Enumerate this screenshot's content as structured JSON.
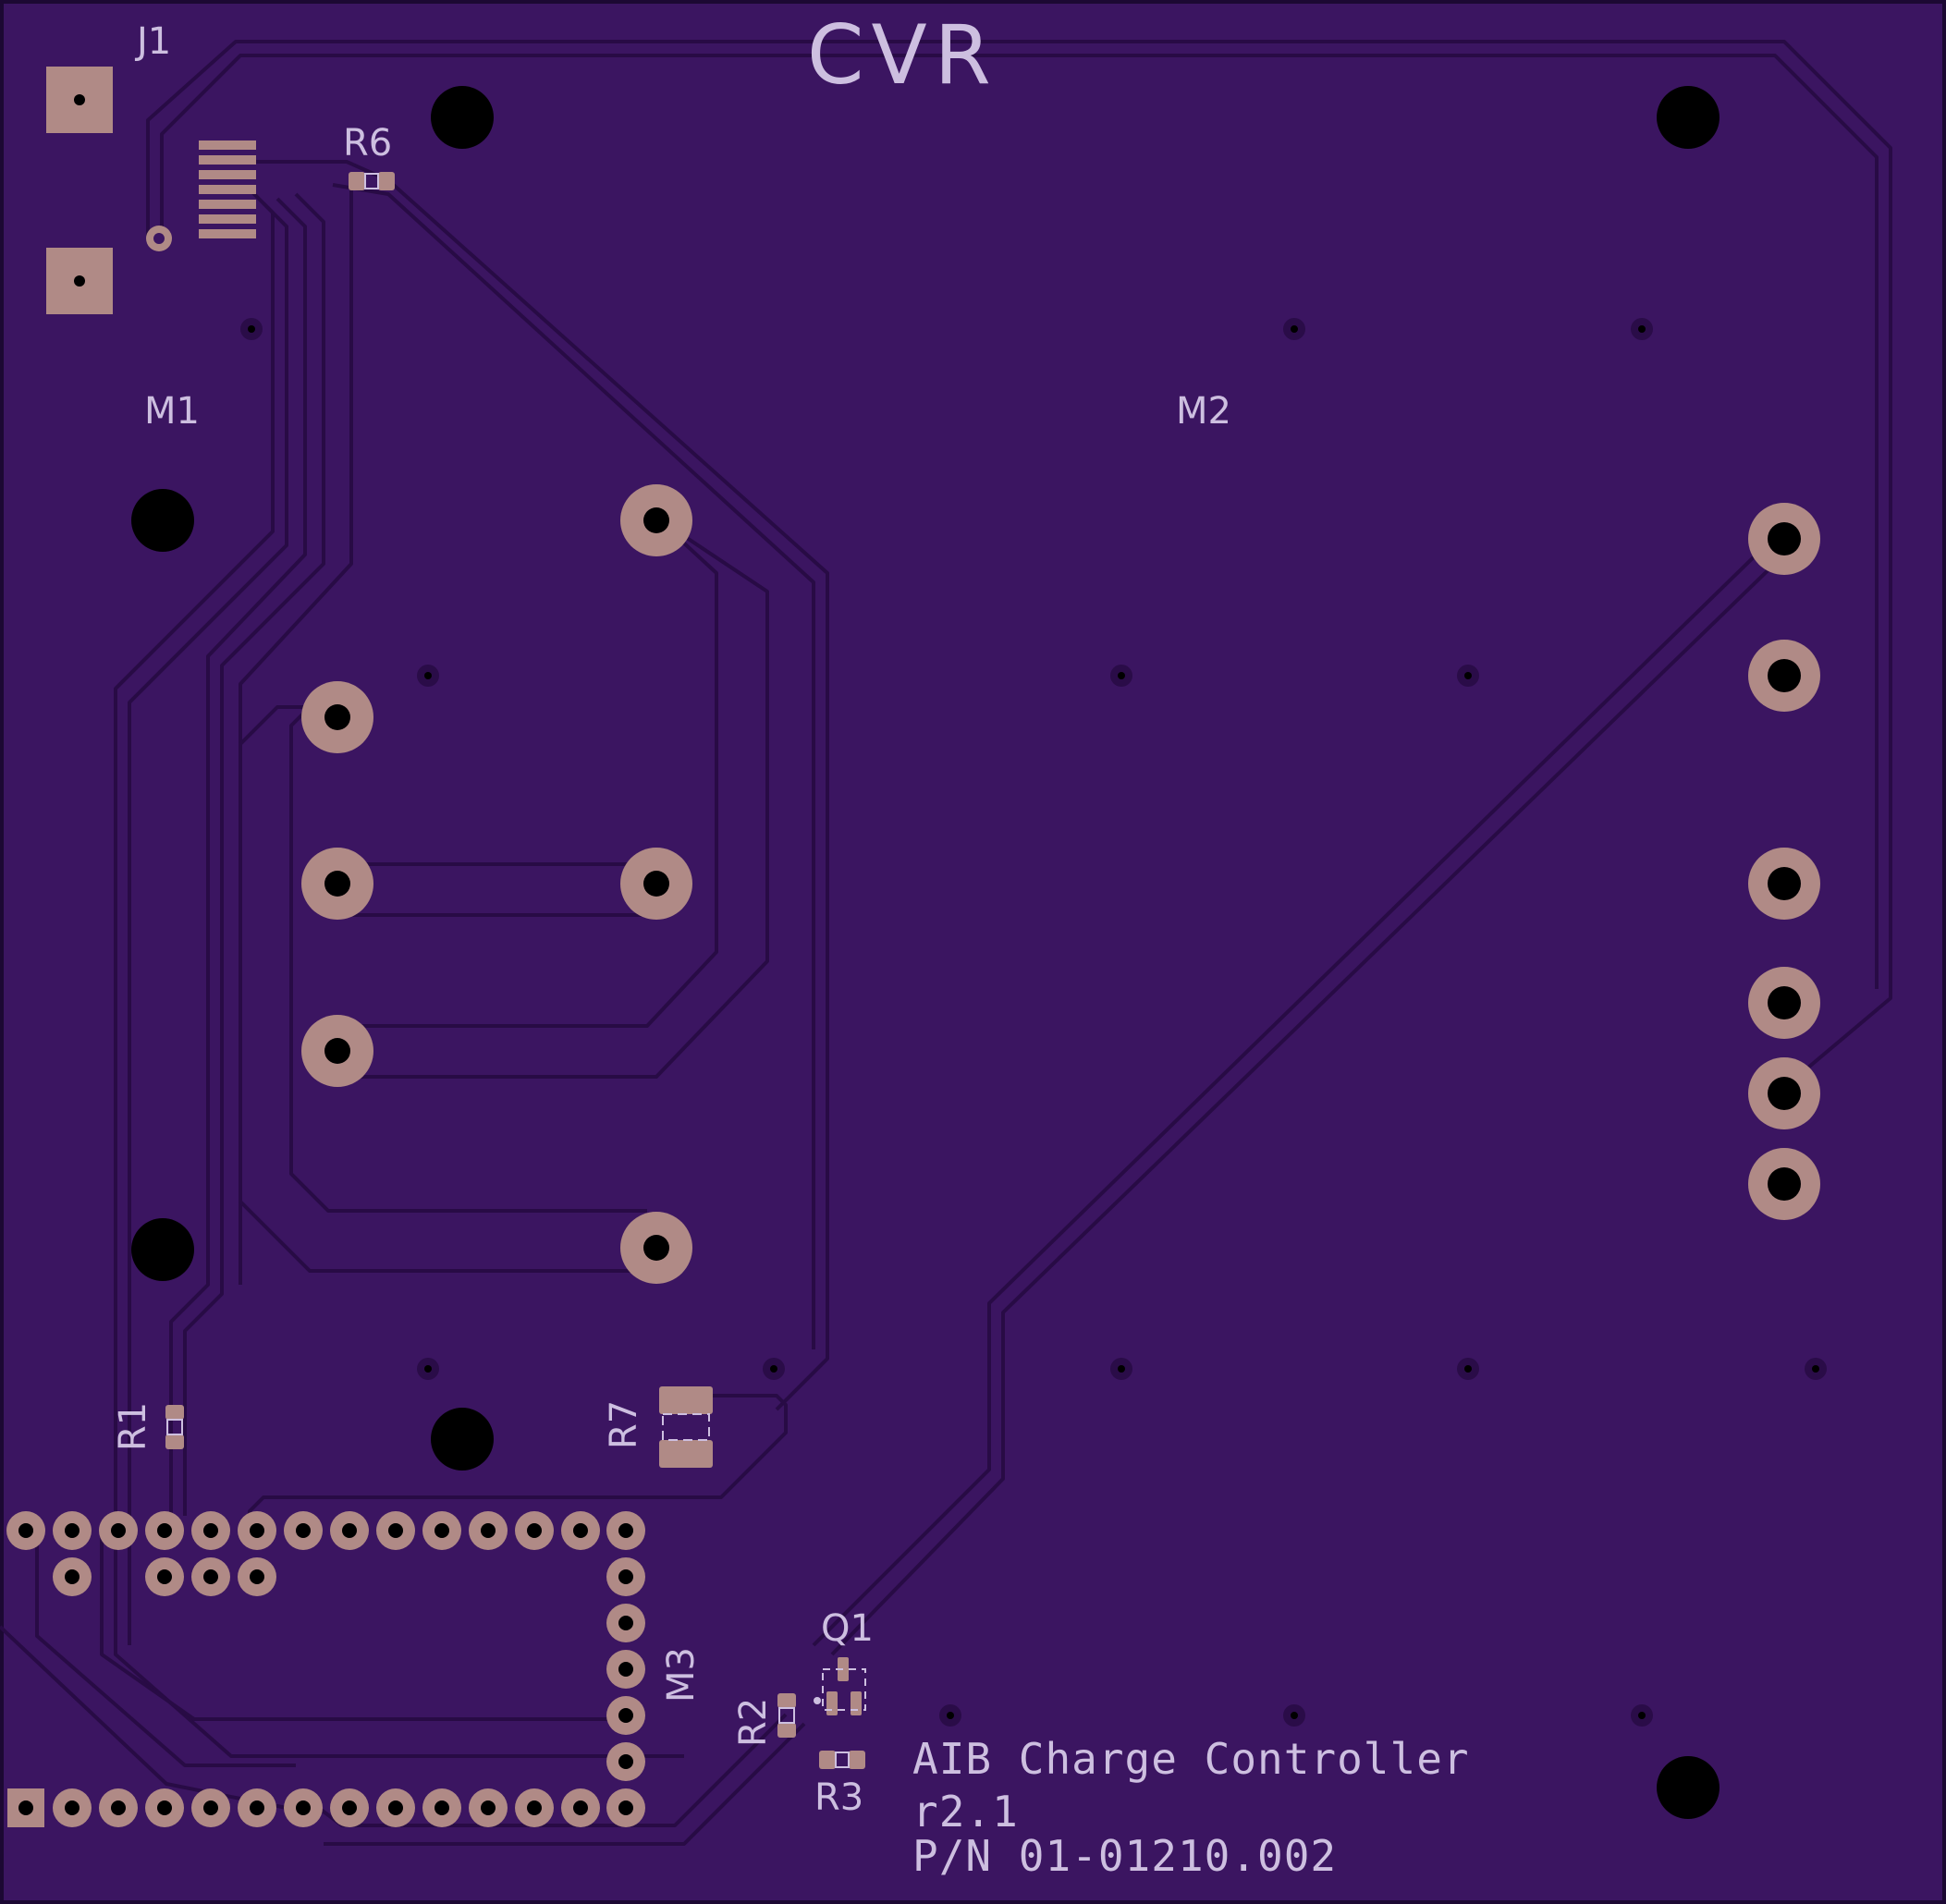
{
  "board": {
    "logo": "CVR",
    "title": "AIB Charge Controller",
    "revision": "r2.1",
    "part_number": "P/N 01-01210.002"
  },
  "refdes": {
    "j1": "J1",
    "r6": "R6",
    "m1": "M1",
    "m2": "M2",
    "r1": "R1",
    "r7": "R7",
    "m3": "M3",
    "q1": "Q1",
    "r2": "R2",
    "r3": "R3"
  },
  "colors": {
    "board": "#3b1561",
    "trace": "#280b45",
    "silkscreen": "#cdbfe0",
    "pad": "#b08a86",
    "drill": "#000000"
  }
}
